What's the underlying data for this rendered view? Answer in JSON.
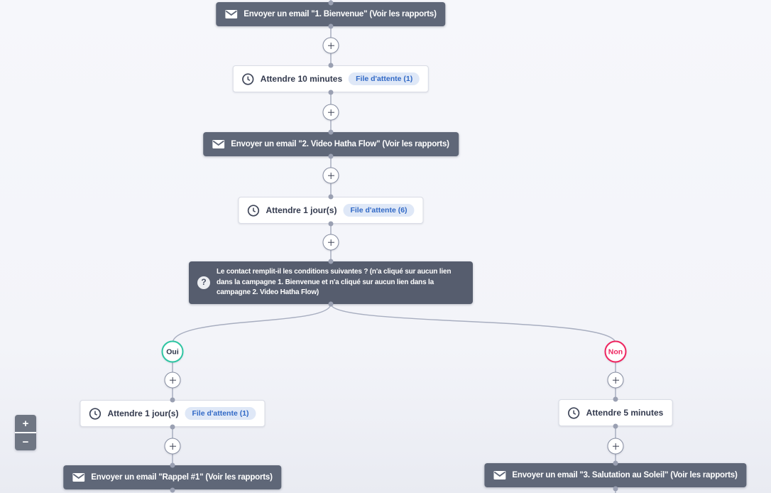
{
  "flow": {
    "nodes": [
      {
        "id": "email-1",
        "type": "email",
        "label": "Envoyer un email \"1. Bienvenue\" (Voir les rapports)"
      },
      {
        "id": "wait-1",
        "type": "wait",
        "label": "Attendre 10 minutes",
        "badge": "File d'attente (1)"
      },
      {
        "id": "email-2",
        "type": "email",
        "label": "Envoyer un email \"2. Video Hatha Flow\" (Voir les rapports)"
      },
      {
        "id": "wait-2",
        "type": "wait",
        "label": "Attendre 1 jour(s)",
        "badge": "File d'attente (6)"
      },
      {
        "id": "condition-1",
        "type": "condition",
        "label": "Le contact remplit-il les conditions suivantes ? (n'a cliqué sur aucun lien dans la campagne 1. Bienvenue et n'a cliqué sur aucun lien dans la campagne 2. Video Hatha Flow)"
      },
      {
        "id": "wait-3",
        "type": "wait",
        "label": "Attendre 1 jour(s)",
        "badge": "File d'attente (1)"
      },
      {
        "id": "email-3",
        "type": "email",
        "label": "Envoyer un email \"Rappel #1\" (Voir les rapports)"
      },
      {
        "id": "wait-4",
        "type": "wait",
        "label": "Attendre 5 minutes"
      },
      {
        "id": "email-4",
        "type": "email",
        "label": "Envoyer un email \"3. Salutation au Soleil\" (Voir les rapports)"
      }
    ],
    "branches": {
      "yes": "Oui",
      "no": "Non"
    },
    "icons": {
      "question": "?",
      "email": "envelope-icon",
      "wait": "clock-icon"
    }
  },
  "zoom_controls": {
    "zoom_in": "+",
    "zoom_out": "−"
  },
  "colors": {
    "email_node": "#5f6778",
    "condition_node": "#565d6e",
    "wire": "#a8aec0",
    "anchor_dot": "#9aa0b2",
    "badge_bg": "#dfe8f7",
    "badge_text": "#3169c6",
    "branch_yes": "#2ec5a2",
    "branch_no": "#ee2560",
    "background": "#f4f5f9"
  }
}
